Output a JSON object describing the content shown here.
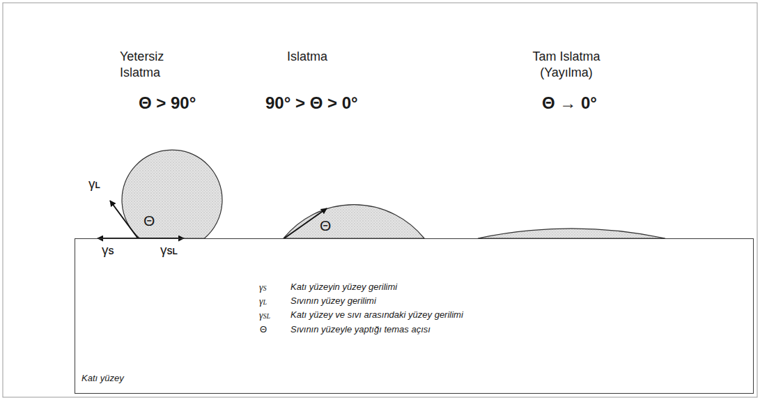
{
  "diagram": {
    "nodes": [
      {
        "text": [
          "Katı yüzey"
        ]
      }
    ],
    "labels": [
      "Yetersiz Islatma",
      "Islatma",
      "Tam Islatma (Yayılma)",
      "Θ > 90°",
      "90° > Θ > 0°",
      "Θ → 0°",
      "γL",
      "Θ",
      "γS",
      "γSL",
      "Θ",
      "γS",
      "Katı yüzeyin yüzey gerilimi",
      "γL",
      "Sıvının yüzey gerilimi",
      "γSL",
      "Katı yüzey ve sıvı arasındaki yüzey gerilimi",
      "Θ",
      "Sıvının yüzeyle yaptığı temas açısı"
    ]
  }
}
